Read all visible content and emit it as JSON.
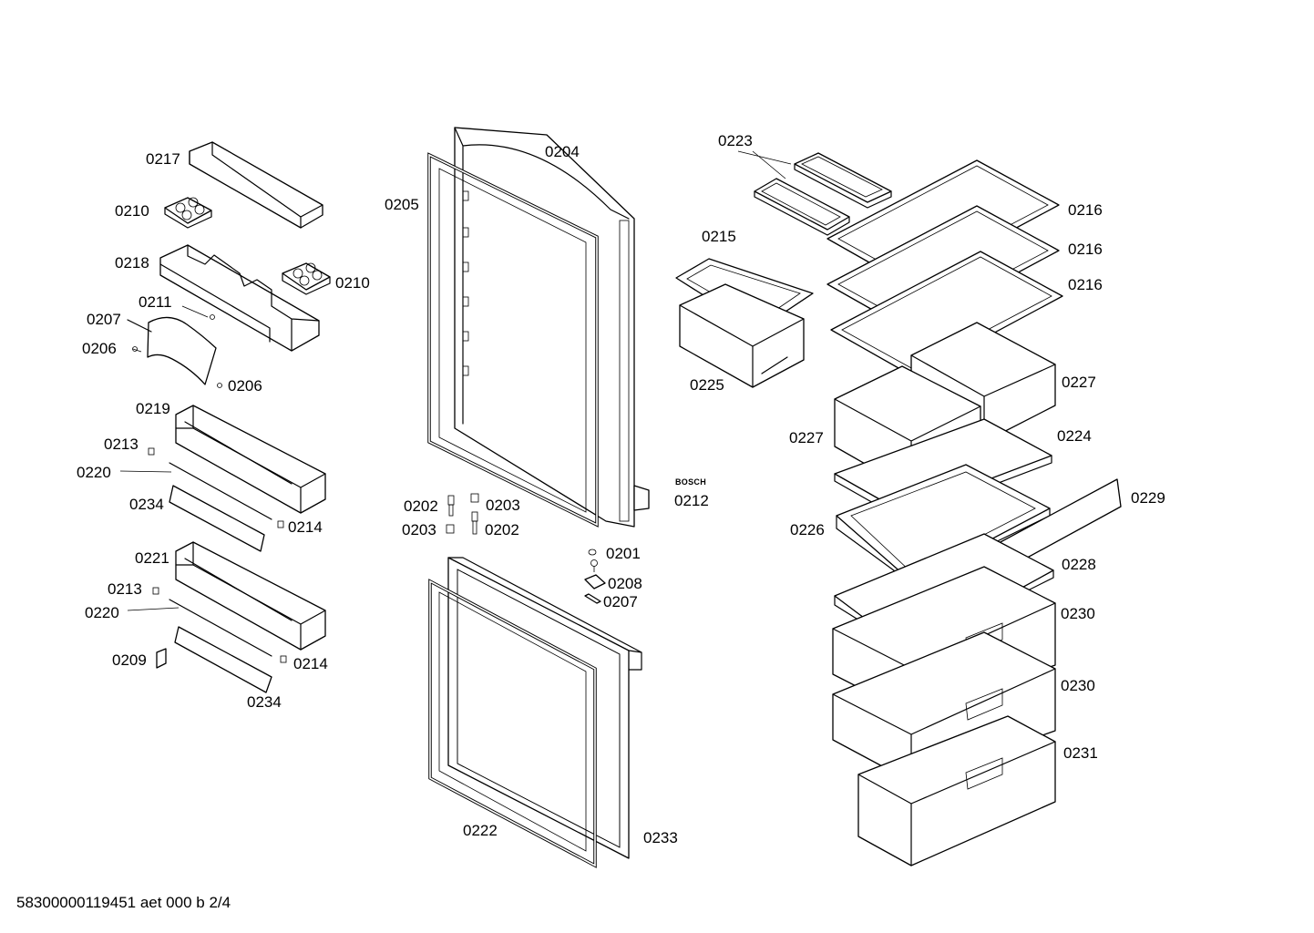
{
  "diagram": {
    "brand": "BOSCH",
    "footer": "58300000119451 aet 000 b 2/4",
    "labels": {
      "p0217": "0217",
      "p0210a": "0210",
      "p0218": "0218",
      "p0210b": "0210",
      "p0211": "0211",
      "p0207a": "0207",
      "p0206a": "0206",
      "p0206b": "0206",
      "p0219": "0219",
      "p0213a": "0213",
      "p0220a": "0220",
      "p0234a": "0234",
      "p0214a": "0214",
      "p0221": "0221",
      "p0213b": "0213",
      "p0220b": "0220",
      "p0209": "0209",
      "p0214b": "0214",
      "p0234b": "0234",
      "p0204": "0204",
      "p0205": "0205",
      "p0202a": "0202",
      "p0203a": "0203",
      "p0203b": "0203",
      "p0202b": "0202",
      "p0222": "0222",
      "p0233": "0233",
      "p0212": "0212",
      "p0201": "0201",
      "p0208": "0208",
      "p0207b": "0207",
      "p0223": "0223",
      "p0215": "0215",
      "p0225": "0225",
      "p0216a": "0216",
      "p0216b": "0216",
      "p0216c": "0216",
      "p0227a": "0227",
      "p0227b": "0227",
      "p0224": "0224",
      "p0226": "0226",
      "p0229": "0229",
      "p0228": "0228",
      "p0230a": "0230",
      "p0230b": "0230",
      "p0231": "0231"
    }
  }
}
